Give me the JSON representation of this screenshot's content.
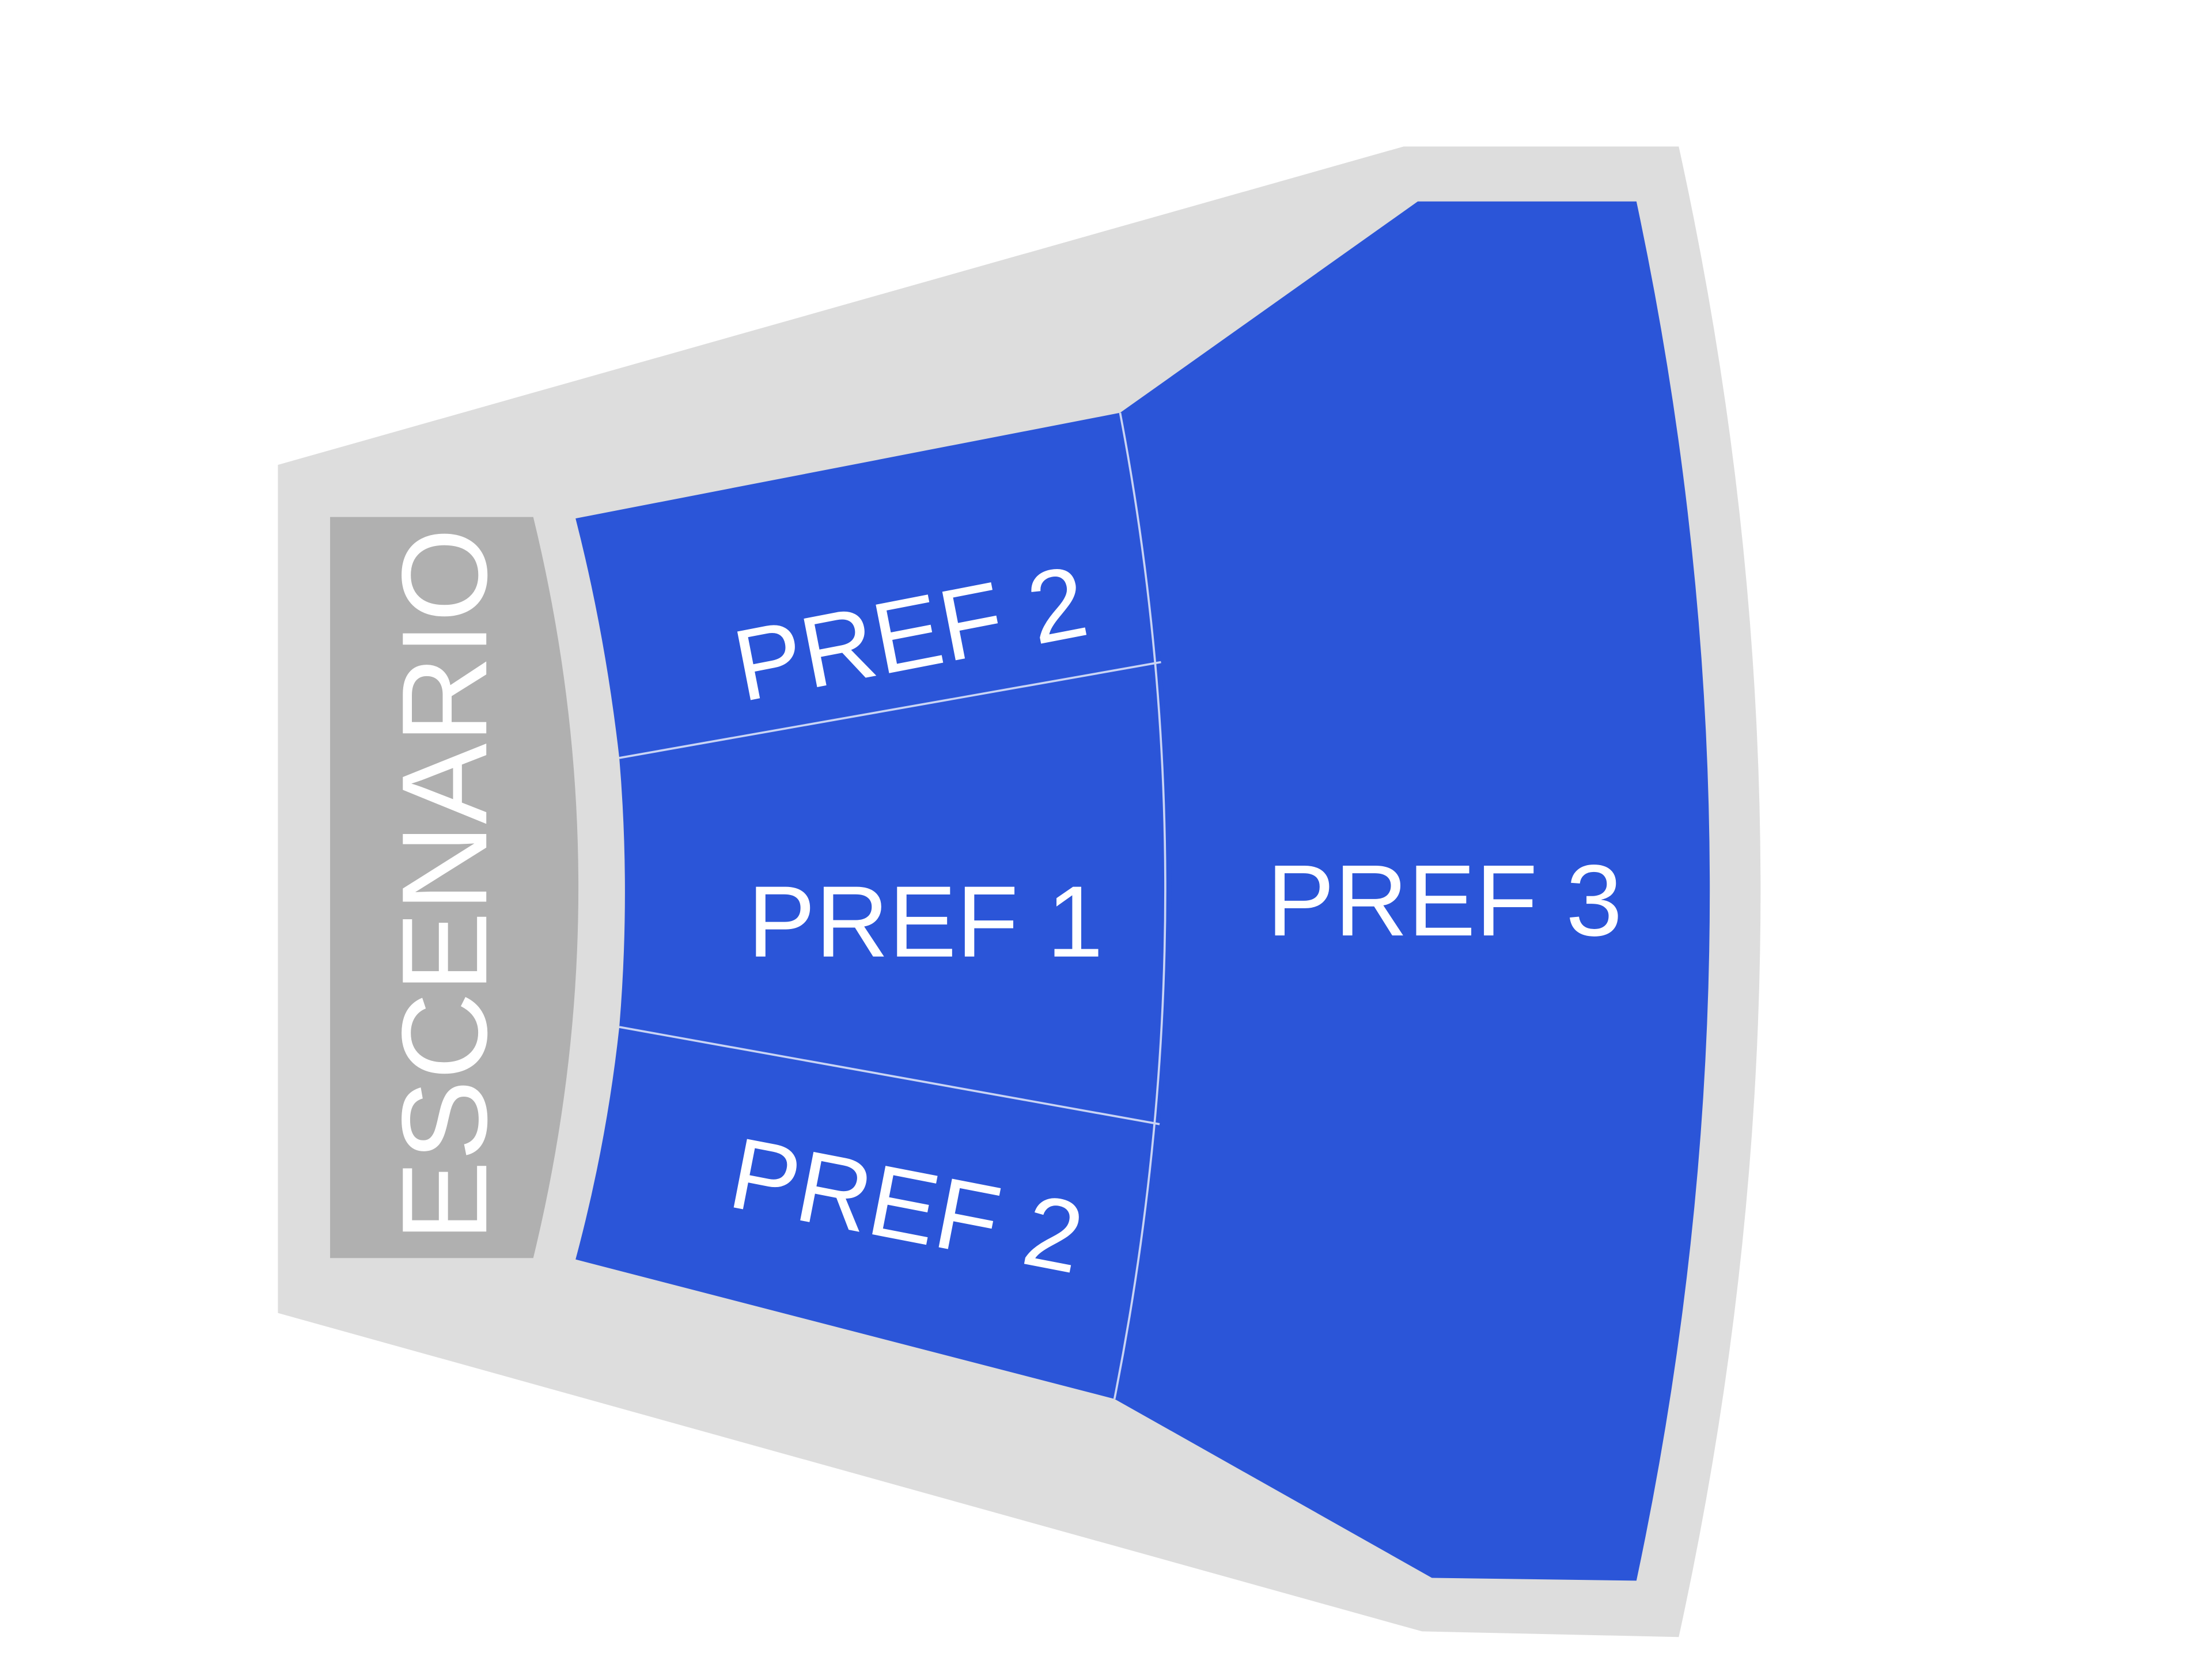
{
  "venue_map": {
    "stage": {
      "label": "ESCENARIO"
    },
    "sections": [
      {
        "id": "pref-2-top",
        "label": "PREF 2"
      },
      {
        "id": "pref-1",
        "label": "PREF 1"
      },
      {
        "id": "pref-2-bottom",
        "label": "PREF 2"
      },
      {
        "id": "pref-3",
        "label": "PREF 3"
      }
    ]
  },
  "colors": {
    "background": "#ffffff",
    "hall_outline": "#dddddd",
    "stage_fill": "#b0b0b0",
    "stage_text": "#ffffff",
    "section_fill": "#2b55d8",
    "section_divider": "#c9d4f5",
    "section_text": "#ffffff"
  }
}
